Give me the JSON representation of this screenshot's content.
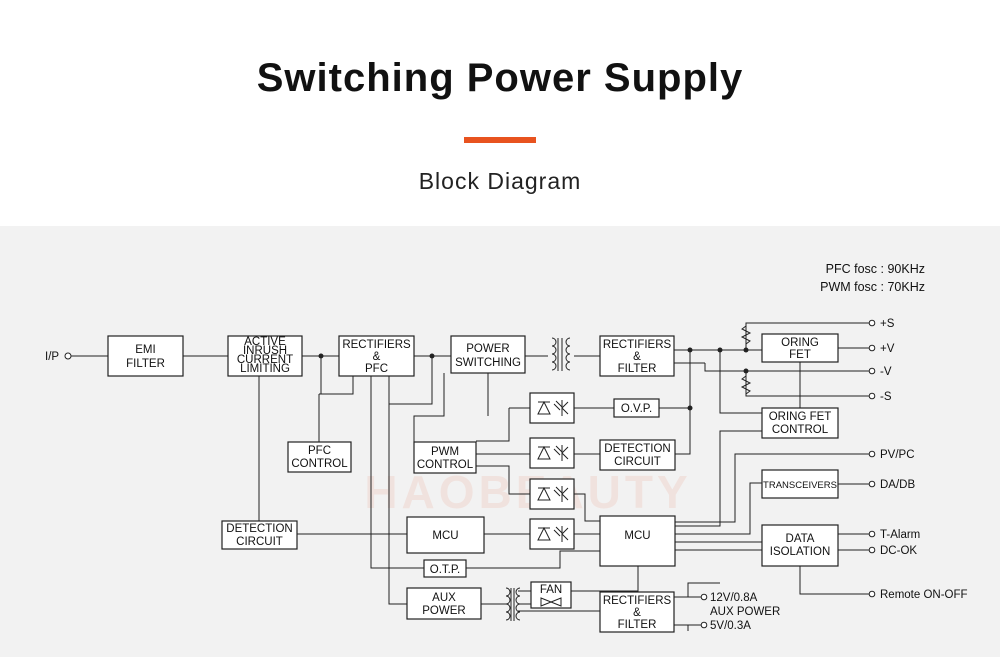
{
  "page": {
    "title": "Switching Power Supply",
    "subtitle": "Block Diagram",
    "accent_color": "#e8531f",
    "panel_background": "#f2f2f2",
    "watermark": "HAOBEAUTY"
  },
  "diagram": {
    "freq": [
      "PFC fosc : 90KHz",
      "PWM fosc : 70KHz"
    ],
    "input_label": "I/P",
    "blocks": {
      "emi": [
        "EMI",
        "FILTER"
      ],
      "inrush": [
        "ACTIVE",
        "INRUSH",
        "CURRENT",
        "LIMITING"
      ],
      "rect_pfc": [
        "RECTIFIERS",
        "&",
        "PFC"
      ],
      "power_sw": [
        "POWER",
        "SWITCHING"
      ],
      "rect_filter": [
        "RECTIFIERS",
        "&",
        "FILTER"
      ],
      "oring_fet": [
        "ORING",
        "FET"
      ],
      "oring_ctrl": [
        "ORING  FET",
        "CONTROL"
      ],
      "ovp": [
        "O.V.P."
      ],
      "pfc_ctrl": [
        "PFC",
        "CONTROL"
      ],
      "pwm_ctrl": [
        "PWM",
        "CONTROL"
      ],
      "det_sec": [
        "DETECTION",
        "CIRCUIT"
      ],
      "transceivers": [
        "TRANSCEIVERS"
      ],
      "det_pri": [
        "DETECTION",
        "CIRCUIT"
      ],
      "mcu_left": [
        "MCU"
      ],
      "mcu_right": [
        "MCU"
      ],
      "data_iso": [
        "DATA",
        "ISOLATION"
      ],
      "otp": [
        "O.T.P."
      ],
      "aux_power": [
        "AUX",
        "POWER"
      ],
      "fan": [
        "FAN"
      ],
      "aux_rect": [
        "RECTIFIERS",
        "&",
        "FILTER"
      ]
    },
    "outputs": {
      "s_plus": "+S",
      "v_plus": "+V",
      "v_minus": "-V",
      "s_minus": "-S",
      "pvpc": "PV/PC",
      "dadb": "DA/DB",
      "talarm": "T-Alarm",
      "dcok": "DC-OK",
      "remote": "Remote ON-OFF"
    },
    "aux_outputs": {
      "v12": "12V/0.8A",
      "aux_label": "AUX POWER",
      "v5": "5V/0.3A"
    }
  }
}
